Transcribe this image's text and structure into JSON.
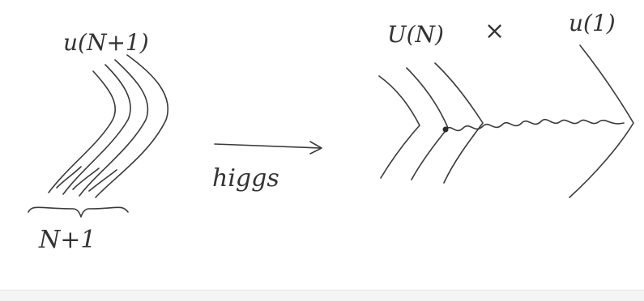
{
  "labels": {
    "left_group": "u(N+1)",
    "brace_count": "N+1",
    "arrow_label": "higgs",
    "right_group_1": "U(N)",
    "times": "×",
    "right_group_2": "u(1)"
  },
  "colors": {
    "ink": "#3a3a3a",
    "background": "#ffffff"
  }
}
